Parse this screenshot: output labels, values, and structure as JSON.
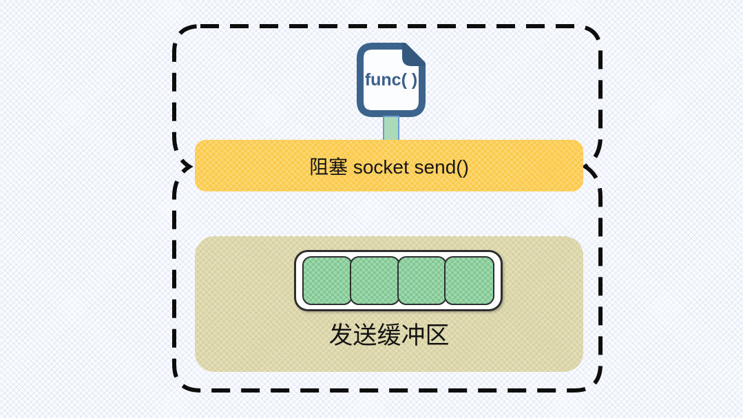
{
  "diagram": {
    "func_label": "func( )",
    "blocking_label": "阻塞 socket send()",
    "buffer_label": "发送缓冲区",
    "buffer_cells": 4,
    "colors": {
      "dashed_border": "#0d0d0d",
      "blocking_bar": "#fcca4d",
      "buffer_panel": "#d8d3a6",
      "buffer_cell_green": "#8ecfa1",
      "arrow_fill": "#abdab8",
      "arrow_stroke": "#6a9bd0",
      "icon_blue": "#3c638c",
      "background": "#fbfcff"
    }
  }
}
